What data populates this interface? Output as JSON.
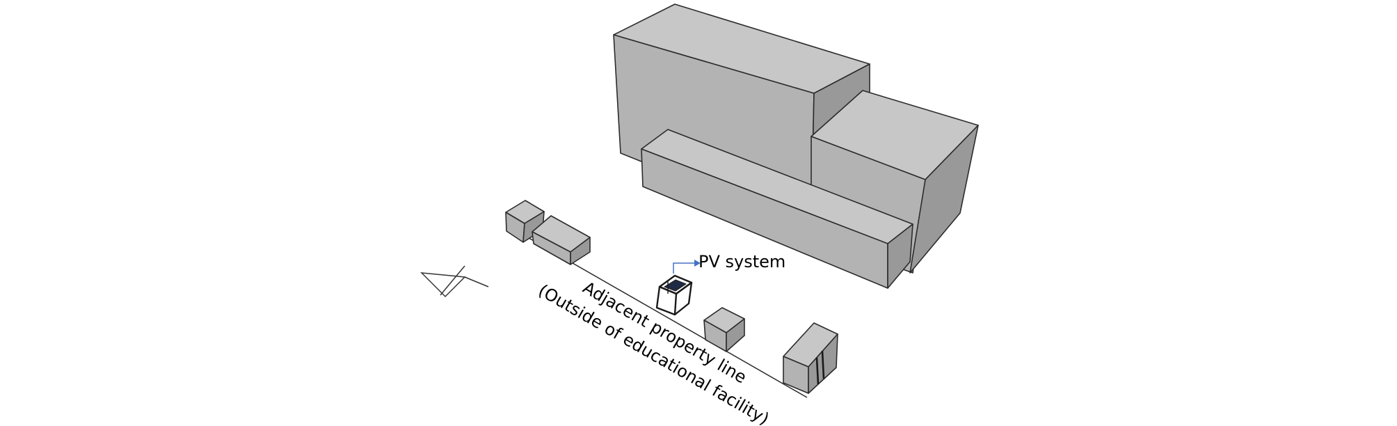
{
  "labels": {
    "pv_system": "PV system",
    "property_line_1": "Adjacent property line",
    "property_line_2": "(Outside of educational facility)"
  },
  "colors": {
    "box_top": "#c7c7c7",
    "box_front": "#b3b3b3",
    "box_side": "#999999",
    "edge": "#2b2b2b",
    "arrow": "#4472c4",
    "pv_panel": "#1f2a44"
  },
  "icons": {
    "north_arrow": "north-arrow-icon",
    "callout_arrow": "arrow-right-icon"
  }
}
